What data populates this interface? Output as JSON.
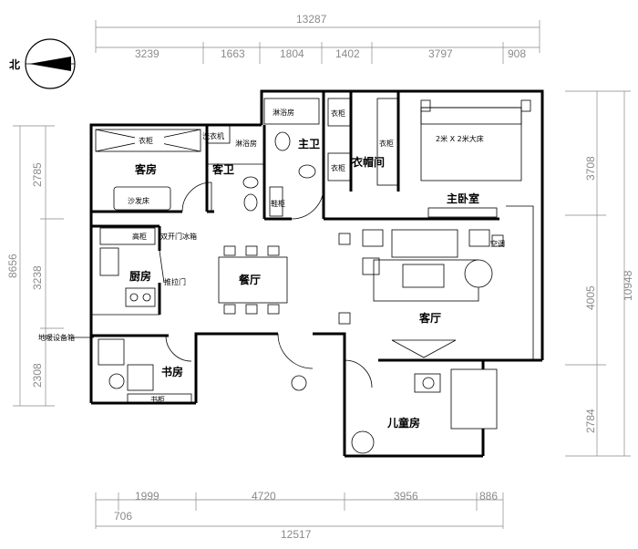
{
  "compass": {
    "label": "北"
  },
  "dims_top": {
    "total": "13287",
    "segments": [
      "3239",
      "1663",
      "1804",
      "1402",
      "3797",
      "908"
    ]
  },
  "dims_bottom": {
    "total": "12517",
    "segments": [
      "1999",
      "4720",
      "3956",
      "886"
    ],
    "offset": "706"
  },
  "dims_left": {
    "total": "8656",
    "segments": [
      "2785",
      "3238",
      "2308"
    ]
  },
  "dims_right": {
    "total": "10948",
    "segments": [
      "3708",
      "4005",
      "2784"
    ]
  },
  "rooms": {
    "guest_room": "客房",
    "guest_bath": "客卫",
    "master_bath": "主卫",
    "cloakroom": "衣帽间",
    "master_bedroom": "主卧室",
    "kitchen": "厨房",
    "dining": "餐厅",
    "living": "客厅",
    "study": "书房",
    "kids_room": "儿童房"
  },
  "labels": {
    "wardrobe": "衣柜",
    "washer": "洗衣机",
    "shower": "淋浴房",
    "shower2": "淋浴房",
    "sofa_bed": "沙发床",
    "shoe_cabinet": "鞋柜",
    "tall_cabinet": "高柜",
    "fridge": "双开门冰箱",
    "sliding_door": "推拉门",
    "bed_size": "2米 X 2米大床",
    "aircon": "空调",
    "heating": "地暖设备箱",
    "bookcase": "书柜",
    "wardrobe_a": "衣柜",
    "wardrobe_b": "衣柜",
    "wardrobe_c": "衣柜"
  }
}
